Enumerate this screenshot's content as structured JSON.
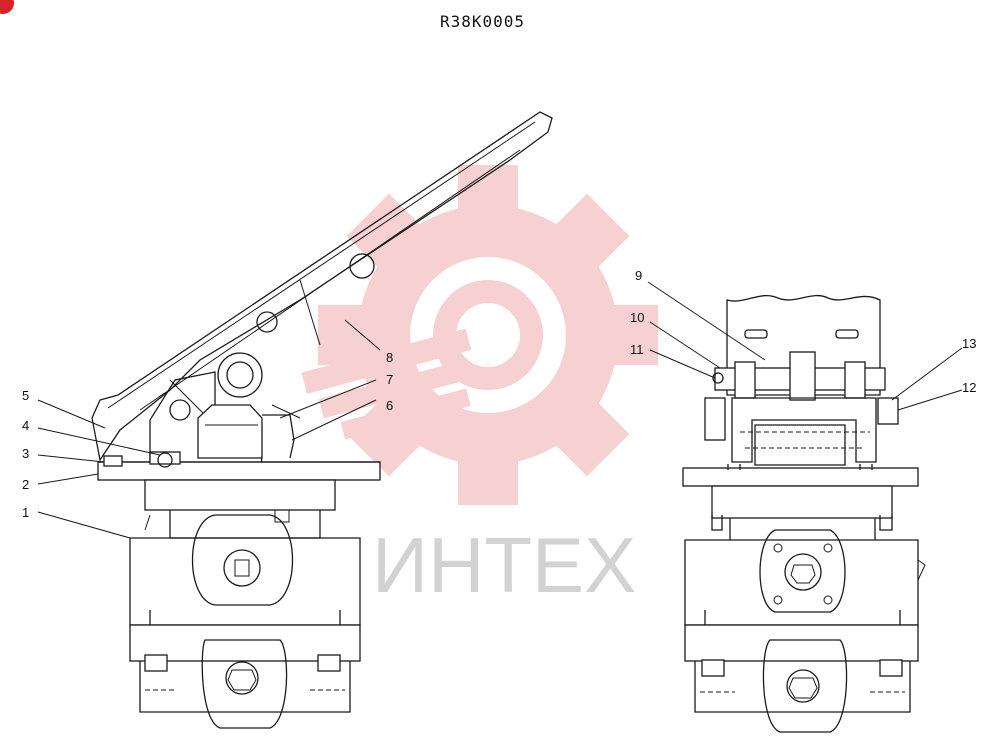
{
  "header": {
    "code": "R38K0005"
  },
  "watermark": {
    "text": "ИНТЕХ",
    "color": "#f3b8b8",
    "gear_color": "#f4c4c4"
  },
  "corner_badge": {
    "color": "#d8232a"
  },
  "callouts": {
    "c1": "1",
    "c2": "2",
    "c3": "3",
    "c4": "4",
    "c5": "5",
    "c6": "6",
    "c7": "7",
    "c8": "8",
    "c9": "9",
    "c10": "10",
    "c11": "11",
    "c12": "12",
    "c13": "13"
  }
}
